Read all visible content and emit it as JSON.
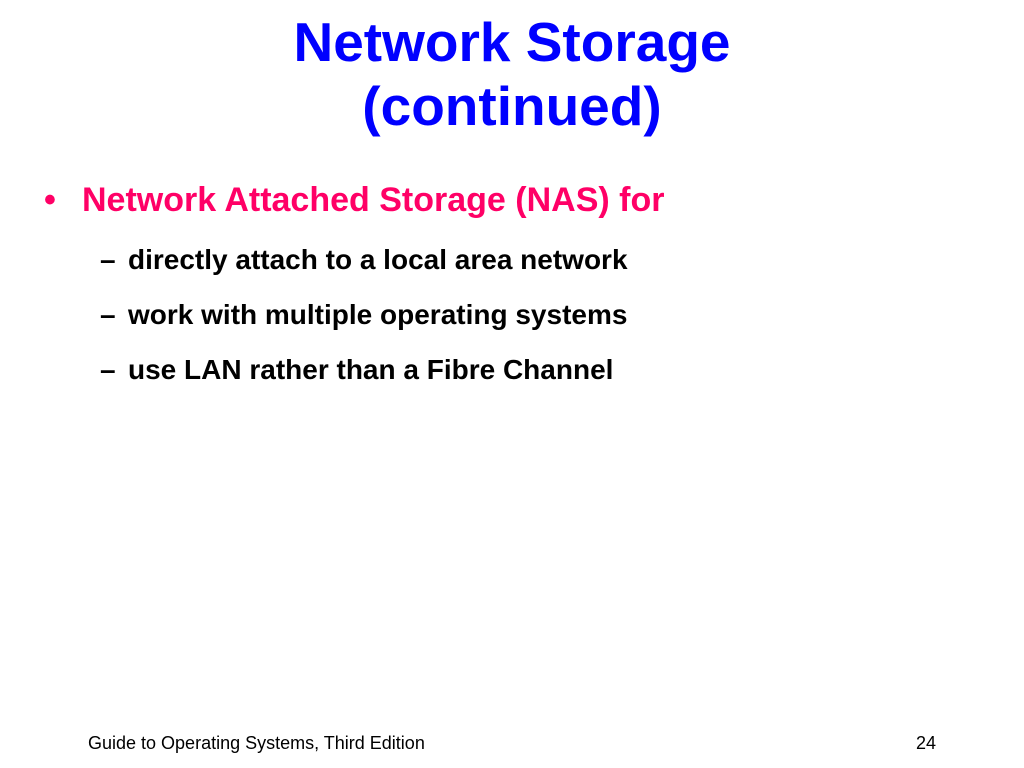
{
  "slide": {
    "title_lines": [
      "Network Storage",
      "(continued)"
    ],
    "bullet": {
      "marker": "•",
      "text": "Network Attached Storage (NAS) for"
    },
    "sub_marker": "–",
    "sub_items": [
      "directly attach to a local area network",
      "work with multiple operating systems",
      "use LAN rather than a Fibre Channel"
    ],
    "footer": {
      "left": "Guide to Operating Systems, Third Edition",
      "page_number": "24"
    },
    "colors": {
      "title": "#0000ff",
      "bullet": "#ff0066",
      "body": "#000000",
      "background": "#ffffff"
    }
  }
}
